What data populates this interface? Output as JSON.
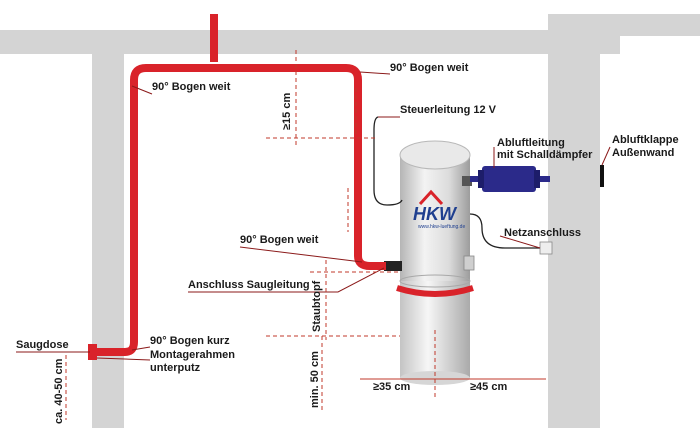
{
  "labels": {
    "bend_top_left": "90° Bogen weit",
    "bend_top_right": "90° Bogen weit",
    "height_15": "≥15 cm",
    "control_line": "Steuerleitung 12 V",
    "exhaust_line_1": "Abluftleitung",
    "exhaust_line_2": "mit Schalldämpfer",
    "flap_1": "Abluftklappe",
    "flap_2": "Außenwand",
    "power": "Netzanschluss",
    "bend_lower": "90° Bogen weit",
    "suction_connection": "Anschluss Saugleitung",
    "dust_bin": "Staubtopf",
    "inlet": "Saugdose",
    "bend_short": "90° Bogen kurz",
    "frame_1": "Montagerahmen",
    "frame_2": "unterputz",
    "height_40_50": "ca. 40-50 cm",
    "min_50": "min. 50 cm",
    "dist_35": "≥35 cm",
    "dist_45": "≥45 cm"
  },
  "logo": {
    "text": "HKW",
    "url": "www.hkw-lueftung.de"
  },
  "colors": {
    "pipe": "#d9232a",
    "wall": "#d4d4d4",
    "exhaust": "#2b2a8a",
    "dimension": "#c0392b"
  }
}
